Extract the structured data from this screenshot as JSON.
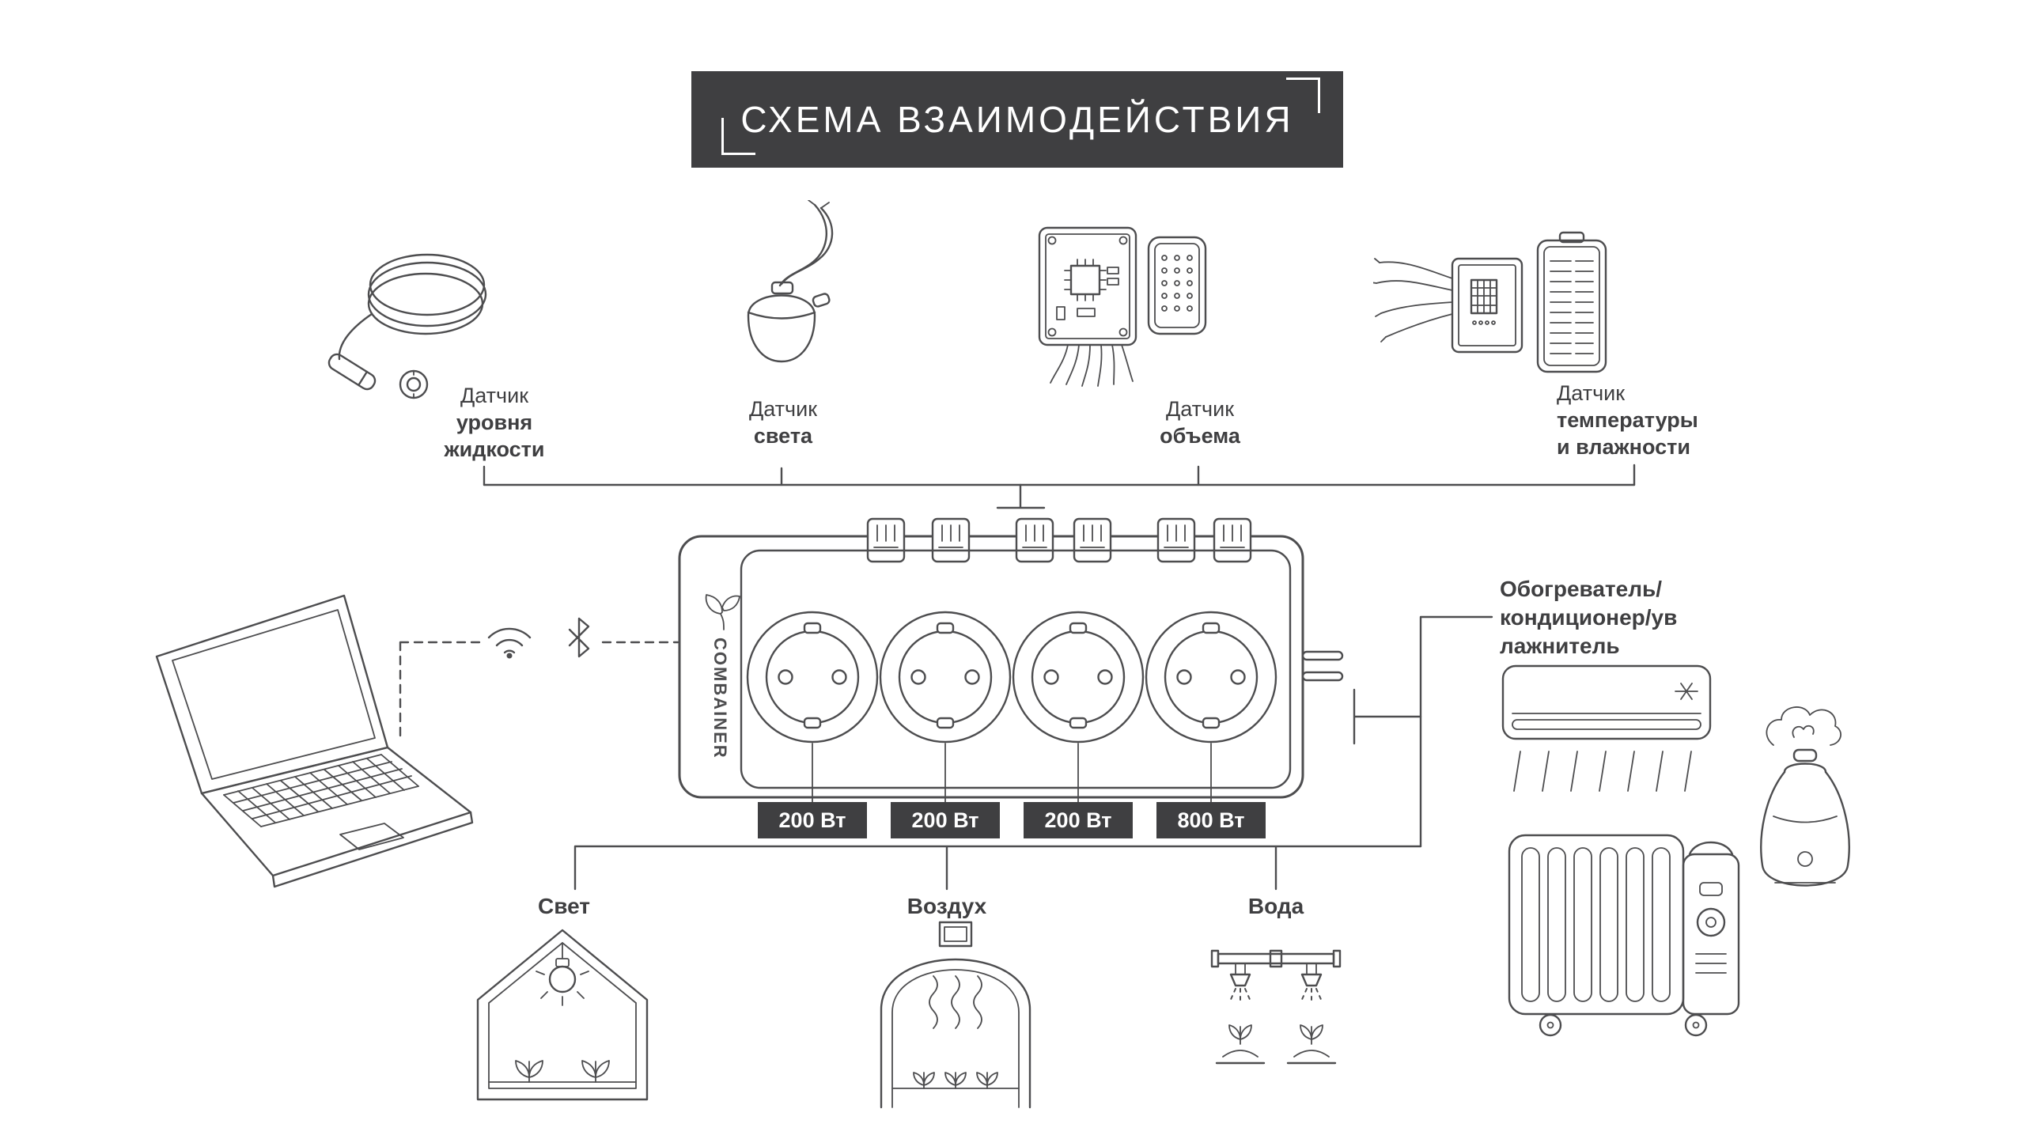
{
  "title": {
    "text": "СХЕМА ВЗАИМОДЕЙСТВИЯ"
  },
  "sensors": [
    {
      "icon": "liquid-level-sensor",
      "label_lines": [
        "Датчик",
        "уровня",
        "жидкости"
      ]
    },
    {
      "icon": "light-sensor",
      "label_lines": [
        "Датчик",
        "света"
      ]
    },
    {
      "icon": "volume-sensor",
      "label_lines": [
        "Датчик",
        "объема"
      ]
    },
    {
      "icon": "temperature-humidity-sensor",
      "label_lines": [
        "Датчик",
        "температуры",
        "и влажности"
      ]
    }
  ],
  "device": {
    "brand": "COMBAINER",
    "socket_labels": [
      "200 Вт",
      "200 Вт",
      "200 Вт",
      "800 Вт"
    ]
  },
  "connectivity": {
    "icons": [
      "wifi-icon",
      "bluetooth-icon"
    ]
  },
  "appliances": {
    "label_lines": [
      "Обогреватель/",
      "кондиционер/ув",
      "лажнитель"
    ],
    "icons": [
      "air-conditioner",
      "oil-heater",
      "humidifier"
    ]
  },
  "zones": [
    {
      "label": "Свет",
      "icon": "greenhouse-light"
    },
    {
      "label": "Воздух",
      "icon": "greenhouse-air"
    },
    {
      "label": "Вода",
      "icon": "irrigation-water"
    }
  ],
  "colors": {
    "background": "#ffffff",
    "ink": "#4d4d4f",
    "banner_bg": "#3f3f41",
    "badge_bg": "#3f3f41",
    "badge_text": "#ffffff"
  }
}
